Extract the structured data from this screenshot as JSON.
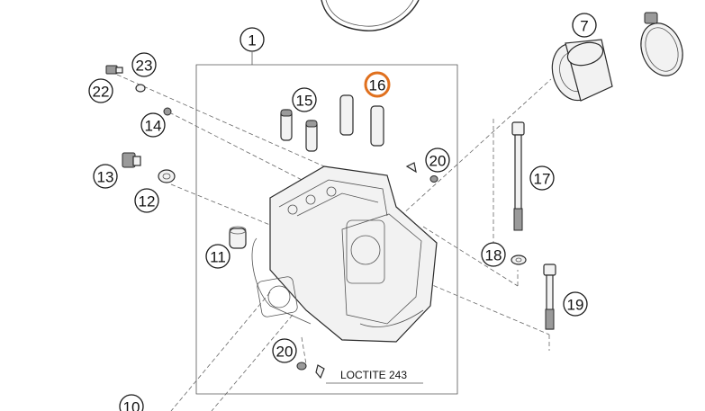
{
  "callouts": {
    "c1": "1",
    "c7": "7",
    "c10": "10",
    "c11": "11",
    "c12": "12",
    "c13": "13",
    "c14": "14",
    "c15": "15",
    "c16": "16",
    "c17": "17",
    "c18": "18",
    "c19": "19",
    "c20a": "20",
    "c20b": "20",
    "c22": "22",
    "c23": "23"
  },
  "note": "LOCTITE 243",
  "highlight_color": "#e0701e"
}
